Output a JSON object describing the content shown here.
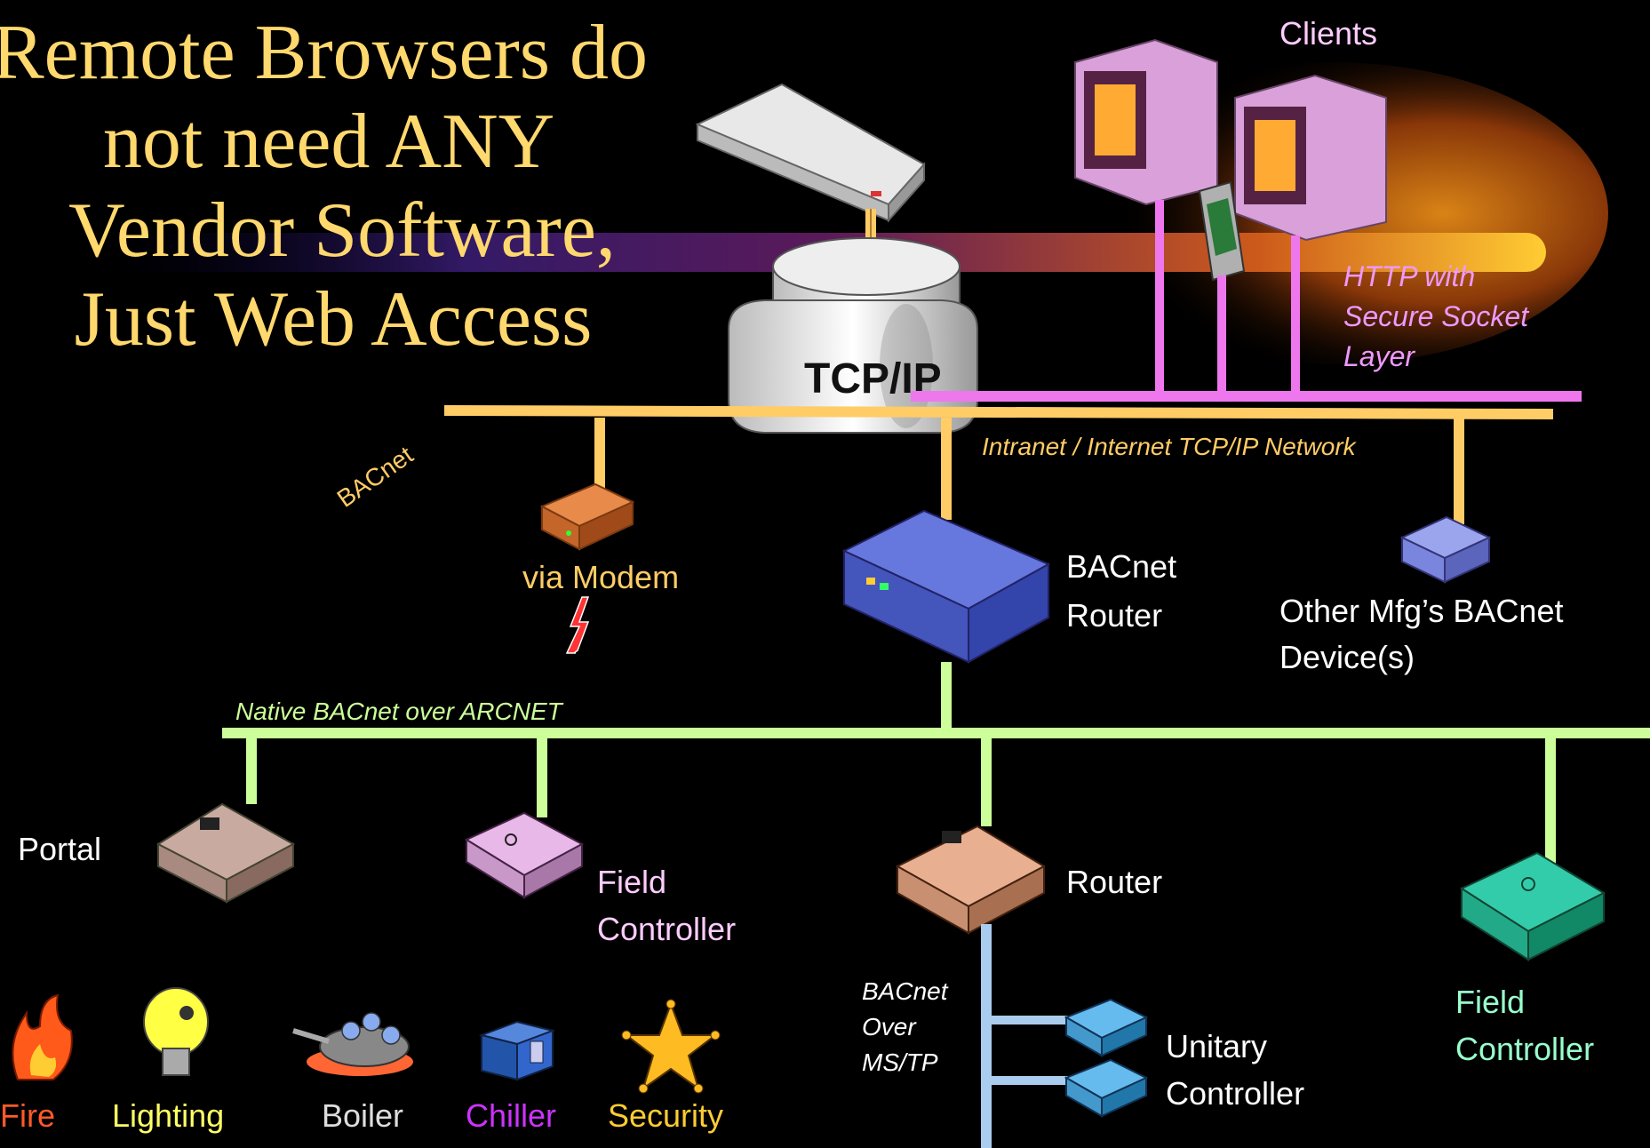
{
  "title": {
    "lines": [
      "Remote Browsers do",
      "not need ANY",
      "Vendor Software,",
      "Just Web Access"
    ],
    "color": "#ffd86e"
  },
  "clients_label": "Clients",
  "http_label": [
    "HTTP with",
    "Secure Socket",
    "Layer"
  ],
  "tcpip_label": "TCP/IP",
  "intranet_label": "Intranet / Internet TCP/IP Network",
  "bacnet_diag_label": "BACnet",
  "modem_label": "via Modem",
  "bacnet_router_label": [
    "BACnet",
    "Router"
  ],
  "other_device_label": [
    "Other Mfg’s BACnet",
    "Device(s)"
  ],
  "arcnet_label": "Native BACnet over ARCNET",
  "portal_label": "Portal",
  "field_controller_1_label": [
    "Field",
    "Controller"
  ],
  "router_label": "Router",
  "mstp_label": [
    "BACnet",
    "Over",
    "MS/TP"
  ],
  "unitary_label": [
    "Unitary",
    "Controller"
  ],
  "field_controller_2_label": [
    "Field",
    "Controller"
  ],
  "systems": [
    {
      "label": "Fire",
      "icon": "fire-icon",
      "color": "#ff5a2a"
    },
    {
      "label": "Lighting",
      "icon": "lightbulb-icon",
      "color": "#ffff66"
    },
    {
      "label": "Boiler",
      "icon": "boiler-icon",
      "color": "#dddddd"
    },
    {
      "label": "Chiller",
      "icon": "chiller-icon",
      "color": "#cc33ff"
    },
    {
      "label": "Security",
      "icon": "security-badge-icon",
      "color": "#ffcc33"
    }
  ],
  "colors": {
    "tcpip_line": "#ffcc66",
    "http_line": "#ee77ee",
    "arcnet_line": "#ccff99",
    "mstp_line": "#aaccee",
    "text_white": "#ffffff",
    "text_pink": "#ffccff",
    "text_green": "#99ffcc"
  }
}
